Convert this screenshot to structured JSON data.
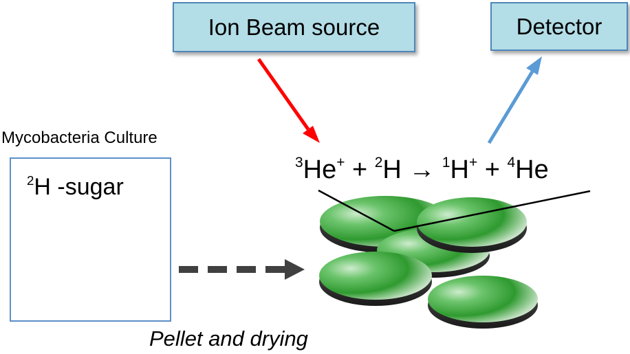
{
  "ion_source": {
    "label": "Ion Beam source"
  },
  "detector": {
    "label": "Detector"
  },
  "culture": {
    "title": "Mycobacteria Culture",
    "isotope_mass": "2",
    "sugar_text": "H -sugar"
  },
  "process_label": "Pellet and drying",
  "reaction": {
    "he3_mass": "3",
    "he3_text": "He",
    "he3_charge": "+",
    "plus_1": " + ",
    "h2_mass": "2",
    "h2_text": "H",
    "arrow": " → ",
    "h1_mass": "1",
    "h1_text": "H",
    "h1_charge": "+",
    "plus_2": " + ",
    "he4_mass": "4",
    "he4_text": "He"
  },
  "colors": {
    "box_fill": "#b3dde7",
    "box_border": "#4f86b8",
    "incoming_arrow": "#ff0000",
    "outgoing_arrow": "#5b9bd5",
    "flow_arrow": "#404040",
    "pellet_green": "#4aa84a"
  }
}
